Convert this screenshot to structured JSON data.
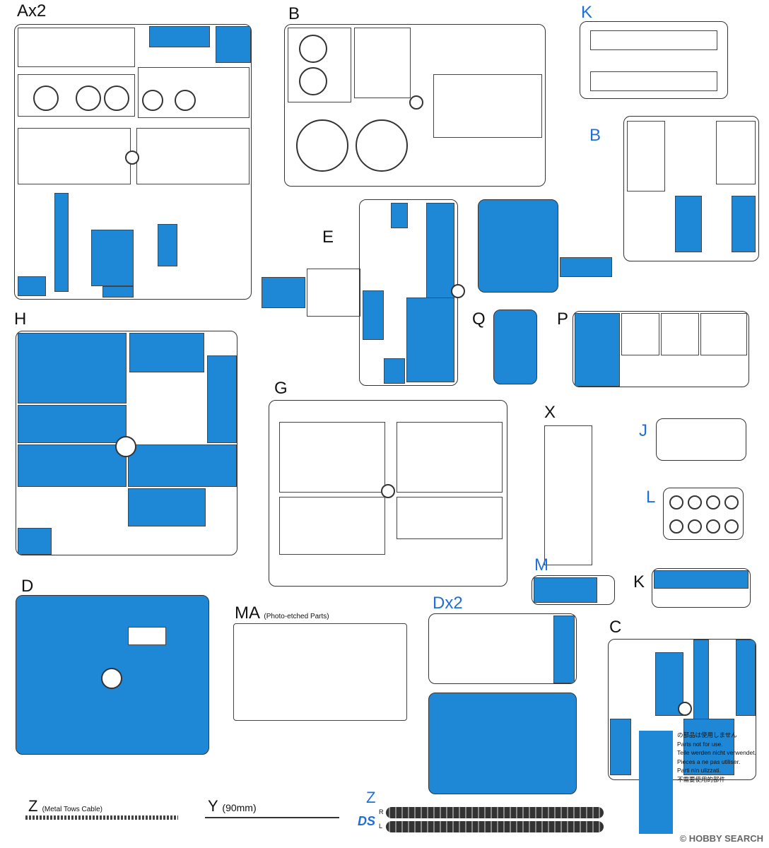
{
  "sprues": {
    "ax2": {
      "label": "Ax2"
    },
    "b": {
      "label": "B"
    },
    "k": {
      "label": "K"
    },
    "b2": {
      "label": "B"
    },
    "e": {
      "label": "E"
    },
    "h": {
      "label": "H"
    },
    "q": {
      "label": "Q"
    },
    "p": {
      "label": "P"
    },
    "g": {
      "label": "G"
    },
    "x": {
      "label": "X"
    },
    "j": {
      "label": "J"
    },
    "l": {
      "label": "L"
    },
    "d": {
      "label": "D"
    },
    "ma": {
      "label": "MA",
      "sub": "(Photo-etched Parts)"
    },
    "m": {
      "label": "M"
    },
    "k2": {
      "label": "K"
    },
    "dx2": {
      "label": "Dx2"
    },
    "c": {
      "label": "C"
    }
  },
  "bottom": {
    "z_cable": {
      "label": "Z",
      "sub": "(Metal Tows Cable)"
    },
    "y": {
      "label": "Y",
      "sub": "(90mm)"
    },
    "z_track": {
      "label": "Z"
    },
    "track_r": "R",
    "track_l": "L",
    "brand": "DS"
  },
  "legend": {
    "lines": [
      "の部品は使用しません",
      "Parts not for use.",
      "Teile werden nicht verwendet.",
      "Pieces a ne pas utiliser.",
      "Parti nin ulizzati.",
      "不需要使用的部件"
    ]
  },
  "watermark": "© HOBBY SEARCH",
  "colors": {
    "unused": "#1e88d6",
    "label_blue": "#1e6fd9"
  }
}
